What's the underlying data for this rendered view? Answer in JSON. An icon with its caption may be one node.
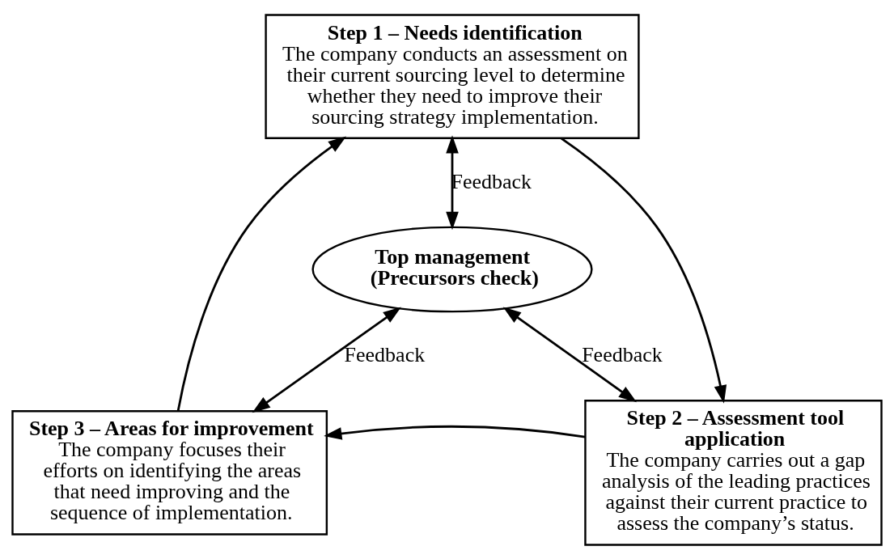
{
  "diagram": {
    "nodes": [
      {
        "text": [
          "Step 1 – Needs identification",
          "The company conducts an assessment on their current sourcing level to determine whether they need to improve their sourcing strategy implementation."
        ]
      },
      {
        "text": [
          "Top management (Precursors check)"
        ]
      },
      {
        "text": [
          "Step 3 – Areas for improvement",
          "The company focuses their efforts on identifying the areas that need improving and the sequence of implementation."
        ]
      },
      {
        "text": [
          "Step 2 – Assessment tool application",
          "The company carries out a gap analysis of the leading practices against their current practice to assess the company’s status."
        ]
      }
    ],
    "edges": [
      {
        "from": 0,
        "to": 3,
        "arrow": "to"
      },
      {
        "from": 3,
        "to": 2,
        "arrow": "to"
      },
      {
        "from": 2,
        "to": 0,
        "arrow": "to"
      },
      {
        "from": 0,
        "to": 1,
        "arrow": "both",
        "label": "Feedback"
      },
      {
        "from": 1,
        "to": 2,
        "arrow": "both",
        "label": "Feedback"
      },
      {
        "from": 1,
        "to": 3,
        "arrow": "both",
        "label": "Feedback"
      }
    ]
  }
}
